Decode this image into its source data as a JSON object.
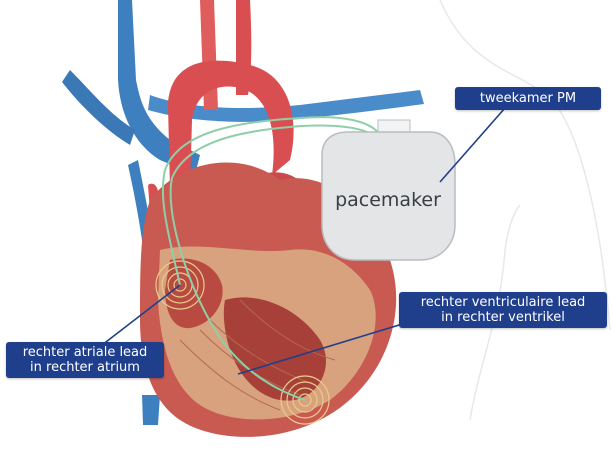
{
  "labels": {
    "device_body": "pacemaker",
    "device_callout": "tweekamer PM",
    "ventricular_callout": [
      "rechter ventriculaire lead",
      "in rechter ventrikel"
    ],
    "atrial_callout": [
      "rechter atriale lead",
      "in rechter atrium"
    ]
  },
  "colors": {
    "callout_bg": "#1f3f8d",
    "muscle": "#c85a52",
    "myocardium_section": "#d9a27e",
    "vein_blue": "#3d7fbf",
    "artery_red": "#d94e50",
    "device_gray": "#e3e5e7",
    "lead_wire": "#8fcfa8"
  }
}
